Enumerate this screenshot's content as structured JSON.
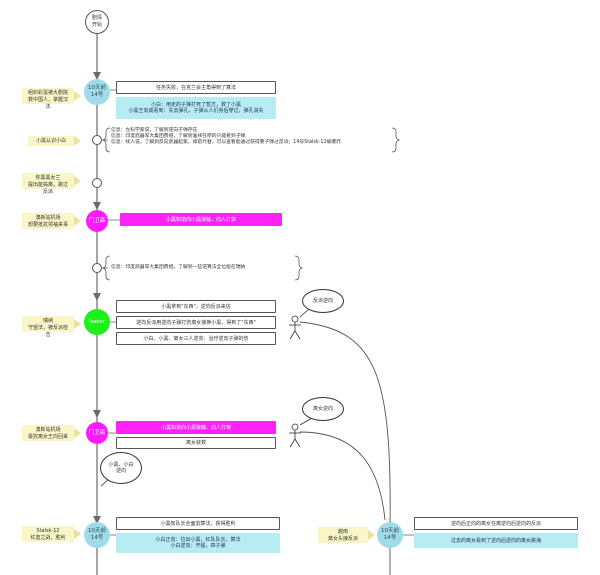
{
  "start": {
    "label": "剧情\n开始"
  },
  "left_notes": [
    {
      "text": "组织彩蛋被大剧院\n救中国人，掌握汉法"
    },
    {
      "text": "小黑认识小白"
    },
    {
      "text": "你黑黑女兰\n提出能捣离，跳过反派"
    },
    {
      "text": "澳新站机场\n想要抵抗领袖来事"
    },
    {
      "text": "瑞纳\n守望法，被反派检击"
    },
    {
      "text": "澳新站机场\n最究离女王向回来"
    },
    {
      "text": "Stalsk-12\n红蓝之战，胜利"
    }
  ],
  "nodes": {
    "n1": "10天前\n14号",
    "n2": "门卫森",
    "n3": "Isator",
    "n4": "门卫森",
    "n5": "10天前\n14号",
    "n6": "10天前\n14号"
  },
  "boxes": {
    "b1": "任务失败，在克兰会主角得到了算法",
    "b2": "小白：用走的子弹打死了暂方，救了小黑\n小黑王向成看到：失去弹孔，子弹从人们身后穿过，弹孔消失",
    "b3": "小黑知道向小黑接触，向人打架",
    "b4": "小黑拿到\"东西\"，逆向反派来信",
    "b5": "逆向反派用逆向子弹打伤离女接换小黑，得到了\"东西\"",
    "b6": "小白、小黑、离女三人逆向：治疗逆向子弹的伤",
    "b7": "小黑知道向小黑接触，向人打架",
    "b8": "离女获救",
    "b9": "小黑知队长全面割算法，获得胜利",
    "b10": "小白正向：拉出小黑，红队队长，算法\n小白逆向：开船，四子弹",
    "b11": "逆向后正向的离女在离逆向后逆向的反派",
    "b12": "过去的离女看到了逆向后逆向的离女跳海"
  },
  "info": {
    "i1": "信息：左科学家说，了解到逆向子弹存在\n信息：印度武器军大集团费娅，了解到准线在原的只能看到子弹\n信息：线人说，了解到反向武器起家，如前代替，可以查看能通过获得要子弹过反派；14号Stalsk-12被爆炸",
    "i2": "信息：印度武器军大集团费娅，了解到一些逆算法全位能在瑞纳"
  },
  "right_note": {
    "text": "越南\n离女头接反派"
  },
  "bubbles": {
    "q1": "反派逆向",
    "q2": "离女逆向",
    "q3": "小黑，小白\n逆向"
  },
  "colors": {
    "timeline": "#6b6b6b",
    "blue_node": "#9fdbe9",
    "magenta": "#ff19ff",
    "green": "#1df01a",
    "note_yellow": "#fbf6c8"
  }
}
